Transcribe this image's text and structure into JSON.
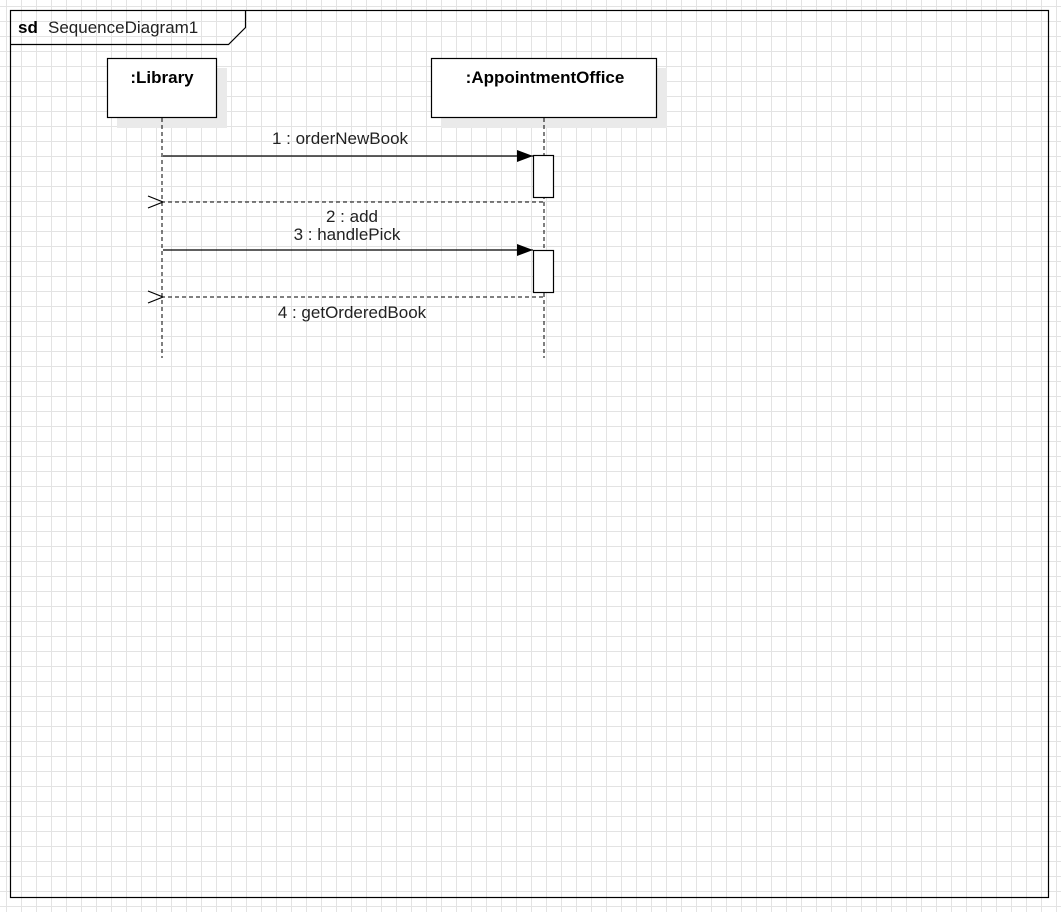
{
  "frame": {
    "keyword": "sd",
    "name": "SequenceDiagram1"
  },
  "lifelines": [
    {
      "name": ":Library"
    },
    {
      "name": ":AppointmentOffice"
    }
  ],
  "messages": [
    {
      "label": "1 : orderNewBook",
      "kind": "synchronous call"
    },
    {
      "label": "2 : add",
      "kind": "reply"
    },
    {
      "label": "3 : handlePick",
      "kind": "synchronous call"
    },
    {
      "label": "4 : getOrderedBook",
      "kind": "reply"
    }
  ],
  "colors": {
    "line": "#000000",
    "grid": "#e3e3e3",
    "shadow": "#eaeaea"
  }
}
